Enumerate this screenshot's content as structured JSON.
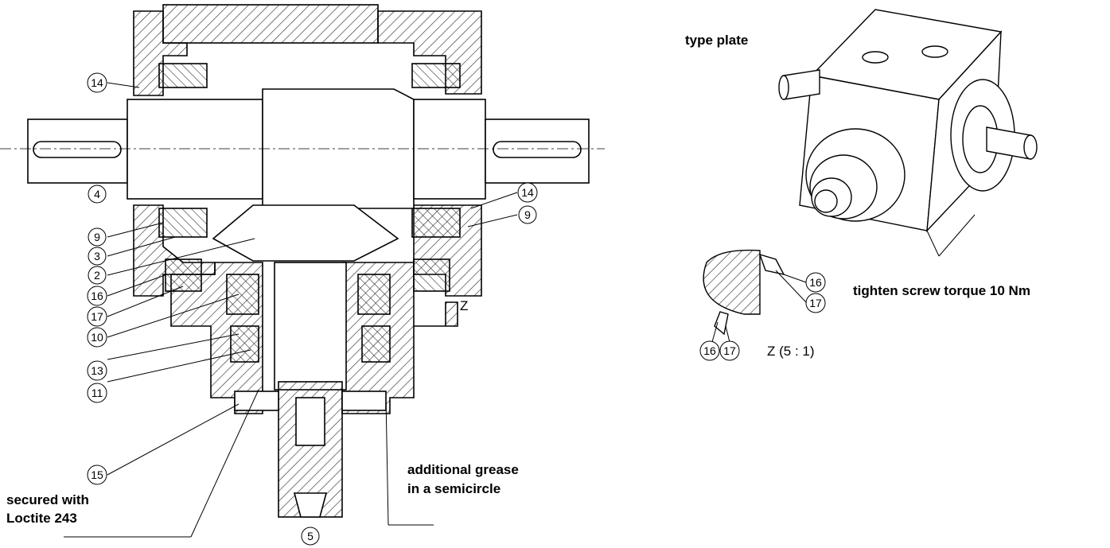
{
  "notes": {
    "type_plate": "type plate",
    "torque": "tighten screw torque 10 Nm",
    "grease_line1": "additional grease",
    "grease_line2": "in a semicircle",
    "loctite_line1": "secured with",
    "loctite_line2": "Loctite 243"
  },
  "callouts": {
    "c14_left": "14",
    "c4": "4",
    "c9_left": "9",
    "c3": "3",
    "c2": "2",
    "c16_left": "16",
    "c17_left": "17",
    "c10": "10",
    "c13": "13",
    "c11": "11",
    "c15": "15",
    "c5": "5",
    "c14_right": "14",
    "c9_right": "9",
    "c16_detail": "16",
    "c17_detail": "17",
    "c16_detail_low": "16",
    "c17_detail_low": "17"
  },
  "detail": {
    "z_marker": "Z",
    "z_scale": "Z (5 : 1)"
  },
  "colors": {
    "line": "#000000",
    "hatch": "#333333",
    "background": "#ffffff"
  }
}
